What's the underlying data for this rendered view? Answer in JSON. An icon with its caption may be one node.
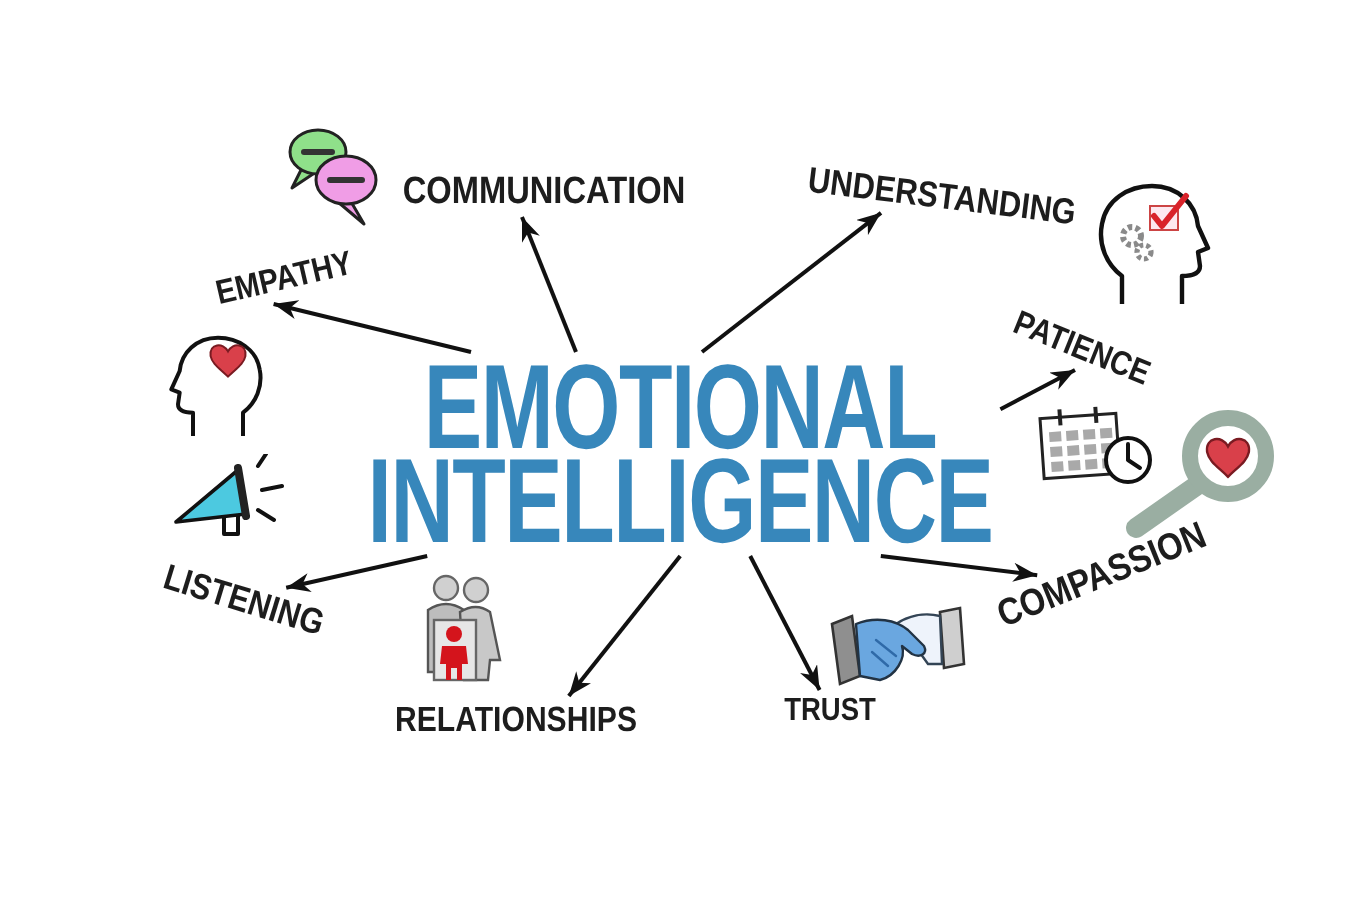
{
  "diagram": {
    "nodes": [
      {
        "text": [
          "EMOTIONAL INTELLIGENCE"
        ]
      },
      {
        "text": [
          "COMMUNICATION"
        ]
      },
      {
        "text": [
          "UNDERSTANDING"
        ]
      },
      {
        "text": [
          "EMPATHY"
        ]
      },
      {
        "text": [
          "PATIENCE"
        ]
      },
      {
        "text": [
          "LISTENING"
        ]
      },
      {
        "text": [
          "COMPASSION"
        ]
      },
      {
        "text": [
          "RELATIONSHIPS"
        ]
      },
      {
        "text": [
          "TRUST"
        ]
      }
    ],
    "edges": [
      {
        "from": 0,
        "to": 1,
        "arrow": "to"
      },
      {
        "from": 0,
        "to": 2,
        "arrow": "to"
      },
      {
        "from": 0,
        "to": 3,
        "arrow": "to"
      },
      {
        "from": 0,
        "to": 4,
        "arrow": "to"
      },
      {
        "from": 0,
        "to": 5,
        "arrow": "to"
      },
      {
        "from": 0,
        "to": 6,
        "arrow": "to"
      },
      {
        "from": 0,
        "to": 7,
        "arrow": "to"
      },
      {
        "from": 0,
        "to": 8,
        "arrow": "to"
      }
    ]
  }
}
